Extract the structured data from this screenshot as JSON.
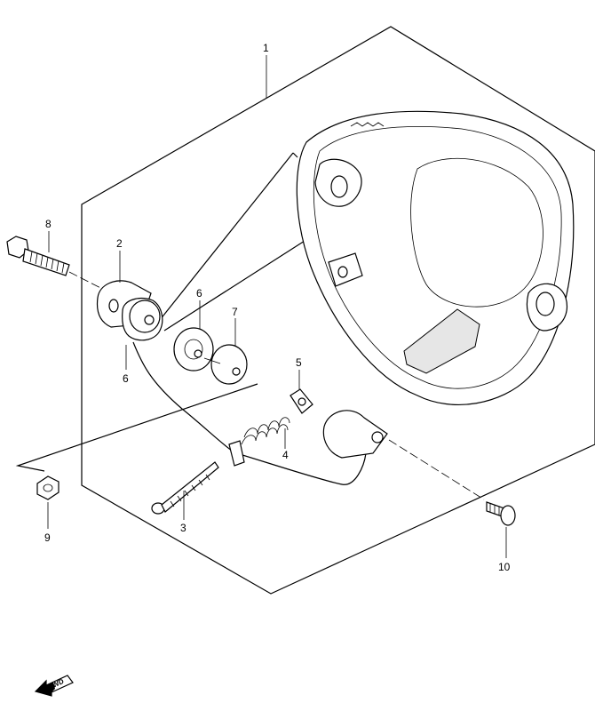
{
  "callouts": {
    "c1": "1",
    "c2": "2",
    "c3": "3",
    "c4": "4",
    "c5": "5",
    "c6a": "6",
    "c6b": "6",
    "c7": "7",
    "c8": "8",
    "c9": "9",
    "c10": "10"
  },
  "fwd_label": "FWD",
  "icons": {
    "direction": "forward-arrow-icon"
  }
}
